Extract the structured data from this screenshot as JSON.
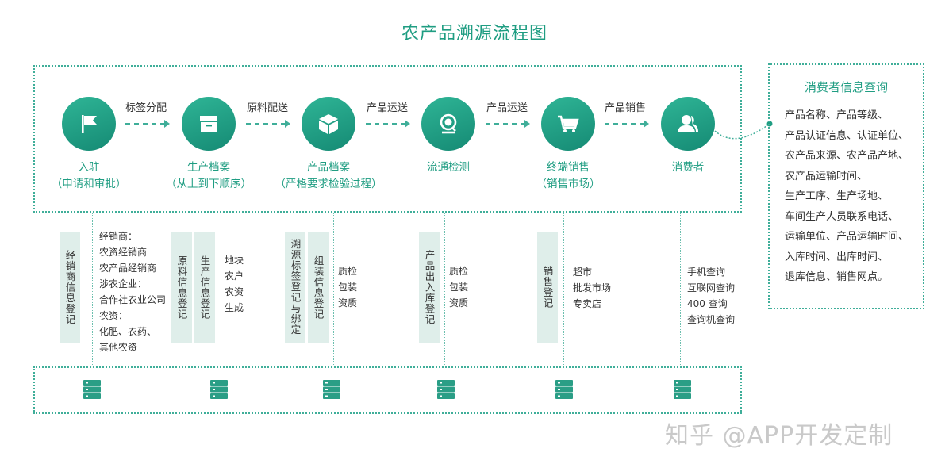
{
  "title": "农产品溯源流程图",
  "flow": {
    "nodes": [
      {
        "icon": "flag-icon",
        "label_line1": "入驻",
        "label_line2": "（申请和审批）"
      },
      {
        "icon": "archive-box-icon",
        "label_line1": "生产档案",
        "label_line2": "（从上到下顺序）"
      },
      {
        "icon": "package-box-icon",
        "label_line1": "产品档案",
        "label_line2": "（严格要求检验过程）"
      },
      {
        "icon": "magnifier-icon",
        "label_line1": "流通检测",
        "label_line2": ""
      },
      {
        "icon": "shopping-cart-icon",
        "label_line1": "终端销售",
        "label_line2": "（销售市场）"
      },
      {
        "icon": "user-icon",
        "label_line1": "消费者",
        "label_line2": ""
      }
    ],
    "arrows": [
      "标签分配",
      "原料配送",
      "产品运送",
      "产品运送",
      "产品销售"
    ]
  },
  "columns": {
    "tags": [
      "经销商信息登记",
      "原料信息登记",
      "生产信息登记",
      "溯源标签登记与绑定",
      "组装信息登记",
      "产品出入库登记",
      "销售登记"
    ],
    "lists": {
      "dealer": [
        "经销商：",
        "农资经销商",
        "农产品经销商",
        "涉农企业：",
        "合作社农业公司",
        "农资：",
        "化肥、农药、",
        "其他农资"
      ],
      "production": [
        "地块",
        "农户",
        "农资",
        "生成"
      ],
      "quality1": [
        "质检",
        "包装",
        "资质"
      ],
      "quality2": [
        "质检",
        "包装",
        "资质"
      ],
      "markets": [
        "超市",
        "批发市场",
        "专卖店"
      ],
      "query": [
        "手机查询",
        "互联网查询",
        "400 查询",
        "查询机查询"
      ]
    }
  },
  "consumer_query": {
    "title": "消费者信息查询",
    "lines": [
      "产品名称、产品等级、",
      "产品认证信息、认证单位、",
      "农产品来源、农产品产地、",
      "农产品运输时间、",
      "生产工序、生产场地、",
      "车间生产人员联系电话、",
      "运输单位、产品运输时间、",
      "入库时间、出库时间、",
      "退库信息、销售网点。"
    ]
  },
  "database_icons": [
    "database-icon",
    "database-icon",
    "database-icon",
    "database-icon",
    "database-icon",
    "database-icon"
  ],
  "watermark": "知乎 @APP开发定制",
  "colors": {
    "accent": "#1f9d82",
    "node": "#1a9a80",
    "tag_bg": "#dfeeea"
  }
}
